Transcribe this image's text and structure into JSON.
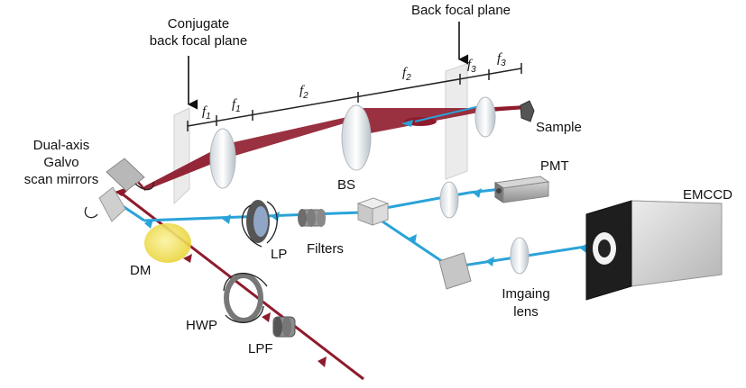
{
  "labels": {
    "conjugate_bfp_line1": "Conjugate",
    "conjugate_bfp_line2": "back focal plane",
    "back_focal_plane": "Back focal plane",
    "galvo_line1": "Dual-axis",
    "galvo_line2": "Galvo",
    "galvo_line3": "scan mirrors",
    "sample": "Sample",
    "pmt": "PMT",
    "bs": "BS",
    "emccd": "EMCCD",
    "filters": "Filters",
    "lp": "LP",
    "dm": "DM",
    "hwp": "HWP",
    "lpf": "LPF",
    "imaging_lens_line1": "Imgaing",
    "imaging_lens_line2": "lens"
  },
  "focal": {
    "f": "f",
    "sub1": "1",
    "sub2": "2",
    "sub3": "3"
  },
  "colors": {
    "excitation_beam": "#8e1b2c",
    "emission_beam": "#2aa3d8",
    "dichroic": "#f2e04a",
    "lens_glass": "#e9eef2",
    "device_body": "#a8a8a8",
    "mirror": "#c8c8c8"
  }
}
